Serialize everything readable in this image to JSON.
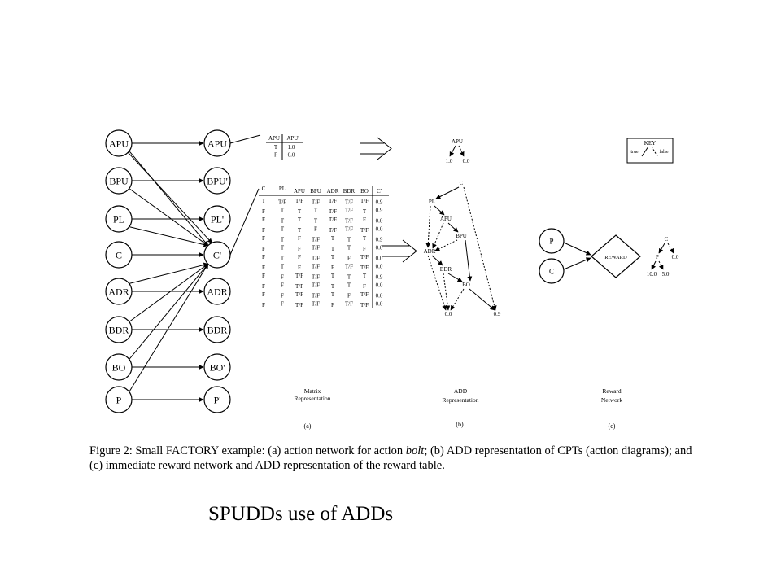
{
  "diagram": {
    "left_nodes": [
      "APU",
      "BPU",
      "PL",
      "C",
      "ADR",
      "BDR",
      "BO",
      "P"
    ],
    "right_nodes": [
      "APU",
      "BPU'",
      "PL'",
      "C'",
      "ADR",
      "BDR",
      "BO'",
      "P'"
    ],
    "apu_table": {
      "headers": [
        "APU",
        "APU'"
      ],
      "rows": [
        [
          "T",
          "1.0"
        ],
        [
          "F",
          "0.0"
        ]
      ]
    },
    "matrix": {
      "headers": [
        "C",
        "PL",
        "APU",
        "BPU",
        "ADR",
        "BDR",
        "BO",
        "C'"
      ],
      "rows": [
        [
          "T",
          "T/F",
          "T/F",
          "T/F",
          "T/F",
          "T/F",
          "T/F",
          "0.9"
        ],
        [
          "F",
          "T",
          "T",
          "T",
          "T/F",
          "T/F",
          "T",
          "0.9"
        ],
        [
          "F",
          "T",
          "T",
          "T",
          "T/F",
          "T/F",
          "F",
          "0.0"
        ],
        [
          "F",
          "T",
          "T",
          "F",
          "T/F",
          "T/F",
          "T/F",
          "0.0"
        ],
        [
          "F",
          "T",
          "F",
          "T/F",
          "T",
          "T",
          "T",
          "0.9"
        ],
        [
          "F",
          "T",
          "F",
          "T/F",
          "T",
          "T",
          "F",
          "0.0"
        ],
        [
          "F",
          "T",
          "F",
          "T/F",
          "T",
          "F",
          "T/F",
          "0.0"
        ],
        [
          "F",
          "T",
          "F",
          "T/F",
          "F",
          "T/F",
          "T/F",
          "0.0"
        ],
        [
          "F",
          "F",
          "T/F",
          "T/F",
          "T",
          "T",
          "T",
          "0.9"
        ],
        [
          "F",
          "F",
          "T/F",
          "T/F",
          "T",
          "T",
          "F",
          "0.0"
        ],
        [
          "F",
          "F",
          "T/F",
          "T/F",
          "T",
          "F",
          "T/F",
          "0.0"
        ],
        [
          "F",
          "F",
          "T/F",
          "T/F",
          "F",
          "T/F",
          "T/F",
          "0.0"
        ]
      ]
    },
    "add_small": {
      "root": "APU",
      "leaves": [
        "1.0",
        "0.0"
      ]
    },
    "add_main": {
      "nodes": [
        "C",
        "PL",
        "APU",
        "BPU",
        "ADR",
        "BDR",
        "BO"
      ],
      "leaves": [
        "0.0",
        "0.9"
      ]
    },
    "key": {
      "title": "KEY",
      "true_label": "true",
      "false_label": "false"
    },
    "reward": {
      "inputs": [
        "P",
        "C"
      ],
      "node": "REWARD",
      "add_nodes": [
        "C",
        "P"
      ],
      "add_leaves": [
        "10.0",
        "5.0",
        "0.0"
      ]
    },
    "labels": {
      "a_title": [
        "Matrix",
        "Representation"
      ],
      "b_title": [
        "ADD",
        "Representation"
      ],
      "c_title": [
        "Reward",
        "Network"
      ],
      "a": "(a)",
      "b": "(b)",
      "c": "(c)"
    }
  },
  "caption": {
    "prefix": "Figure 2: Small FACTORY example: (a) action network for action ",
    "italic": "bolt",
    "suffix": "; (b) ADD representation of CPTs (action diagrams); and (c) immediate reward network and ADD representation of the reward table."
  },
  "heading": "SPUDDs use of ADDs"
}
